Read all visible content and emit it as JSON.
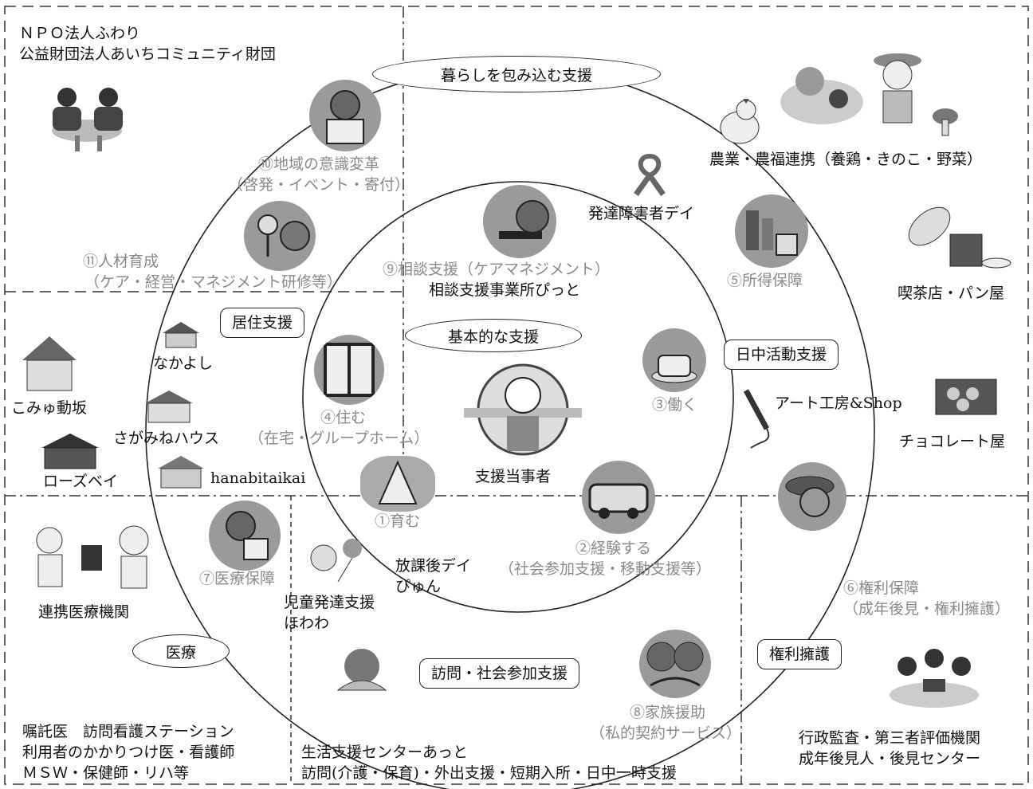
{
  "regions": {
    "top_left": [
      "ＮＰＯ法人ふわり",
      "公益財団法人あいちコミュニティ財団"
    ],
    "agriculture": "農業・農福連携（養鶏・きのこ・野菜）",
    "cafe": "喫茶店・パン屋",
    "choco": "チョコレート屋",
    "art": "アート工房&Shop",
    "dev_day": "発達障害者デイ",
    "medical_org": "連携医療機関",
    "medical_staff": [
      "嘱託医　訪問看護ステーション",
      "利用者のかかりつけ医・看護師",
      "ＭＳＷ・保健師・リハ等"
    ],
    "life_center": [
      "生活支援センターあっと",
      "訪問(介護・保育)・外出支援・短期入所・日中一時支援"
    ],
    "admin": [
      "行政監査・第三者評価機関",
      "成年後見人・後見センター"
    ],
    "houses": {
      "nakayoshi": "なかよし",
      "komyu": "こみゅ動坂",
      "sagamine": "さがみねハウス",
      "rosebay": "ローズベイ",
      "hanabi": "hanabitaikai"
    },
    "child_dev": [
      "児童発達支援",
      "ほわわ"
    ],
    "after_school": [
      "放課後デイ",
      "ぴゅん"
    ]
  },
  "items": {
    "i10": [
      "⑩地域の意識変革",
      "（啓発・イベント・寄付）"
    ],
    "i11": [
      "⑪人材育成",
      "（ケア・経営・マネジメント研修等）"
    ],
    "i9": [
      "⑨相談支援（ケアマネジメント）",
      "相談支援事業所ぴっと"
    ],
    "i5": "⑤所得保障",
    "i4": [
      "④住む",
      "（在宅・グループホーム）"
    ],
    "i3": "③働く",
    "i1": "①育む",
    "i2": [
      "②経験する",
      "（社会参加支援・移動支援等）"
    ],
    "i6": [
      "⑥権利保障",
      "（成年後見・権利擁護）"
    ],
    "i7": "⑦医療保障",
    "i8": [
      "⑧家族援助",
      "（私的契約サービス）"
    ]
  },
  "labels": {
    "outer_oval": "暮らしを包み込む支援",
    "inner_oval": "基本的な支援",
    "center": "支援当事者",
    "housing_box": "居住支援",
    "day_box": "日中活動支援",
    "rights_box": "権利擁護",
    "visit_box": "訪問・社会参加支援",
    "medical_oval": "医療"
  }
}
